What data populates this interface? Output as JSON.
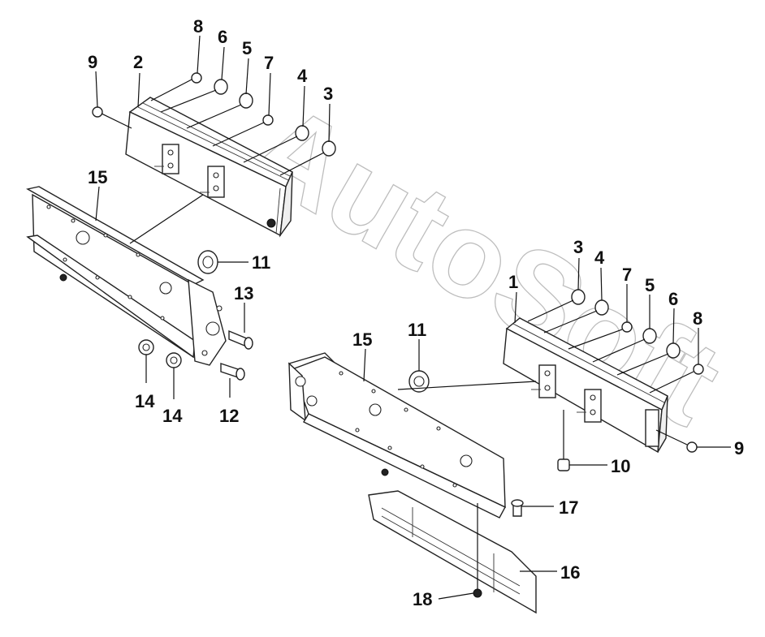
{
  "watermark": "AutoSoft",
  "colors": {
    "line": "#222222",
    "background": "#ffffff",
    "watermark": "#bdbdbd"
  },
  "callouts": {
    "left_lamp": [
      "9",
      "2",
      "8",
      "6",
      "5",
      "7",
      "4",
      "3"
    ],
    "left_bracket": [
      "15",
      "11",
      "13",
      "14",
      "14",
      "12"
    ],
    "right_lamp": [
      "3",
      "4",
      "1",
      "7",
      "5",
      "6",
      "8",
      "9",
      "10"
    ],
    "right_bracket": [
      "15",
      "11",
      "17",
      "16",
      "18"
    ]
  }
}
